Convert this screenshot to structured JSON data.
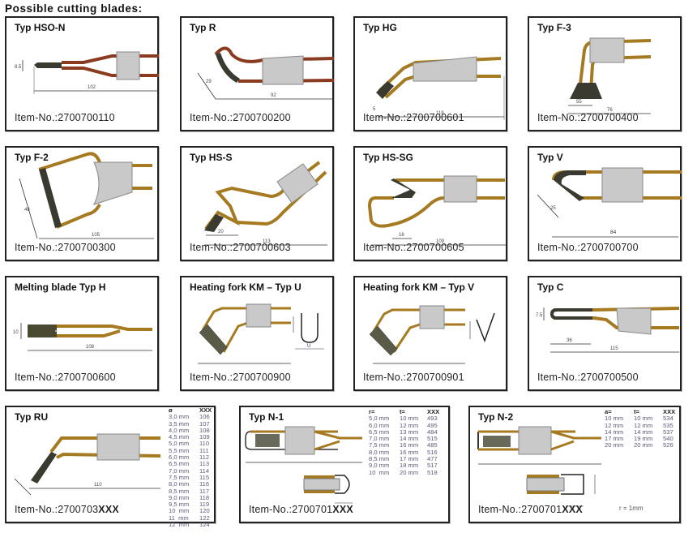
{
  "heading": "Possible cutting blades:",
  "item_prefix": "Item-No.:",
  "blades": [
    {
      "title": "Typ HSO-N",
      "item_no": "2700700110",
      "dims": [
        "8.5",
        "102"
      ]
    },
    {
      "title": "Typ R",
      "item_no": "2700700200",
      "dims": [
        "29",
        "92"
      ]
    },
    {
      "title": "Typ HG",
      "item_no": "2700700601",
      "dims": [
        "5",
        "119"
      ]
    },
    {
      "title": "Typ F-3",
      "item_no": "2700700400",
      "dims": [
        "55",
        "76"
      ]
    },
    {
      "title": "Typ F-2",
      "item_no": "2700700300",
      "dims": [
        "48",
        "105"
      ]
    },
    {
      "title": "Typ HS-S",
      "item_no": "2700700603",
      "dims": [
        "20",
        "113"
      ]
    },
    {
      "title": "Typ HS-SG",
      "item_no": "2700700605",
      "dims": [
        "16",
        "109"
      ]
    },
    {
      "title": "Typ V",
      "item_no": "2700700700",
      "dims": [
        "25",
        "84"
      ]
    },
    {
      "title": "Melting blade Typ H",
      "item_no": "2700700600",
      "dims": [
        "10",
        "108"
      ]
    },
    {
      "title": "Heating fork KM – Typ U",
      "item_no": "2700700900",
      "dims": [
        "U"
      ]
    },
    {
      "title": "Heating fork KM – Typ V",
      "item_no": "2700700901",
      "dims": []
    },
    {
      "title": "Typ C",
      "item_no": "2700700500",
      "dims": [
        "7.5",
        "36",
        "115"
      ]
    }
  ],
  "variants": [
    {
      "title": "Typ RU",
      "item_no_base": "2700703",
      "item_no_suffix": "XXX",
      "dims": [
        "110"
      ],
      "table": {
        "headers": [
          "ø",
          "XXX"
        ],
        "rows": [
          [
            "3,0 mm",
            "106"
          ],
          [
            "3,5 mm",
            "107"
          ],
          [
            "4,0 mm",
            "108"
          ],
          [
            "4,5 mm",
            "109"
          ],
          [
            "5,0 mm",
            "110"
          ],
          [
            "5,5 mm",
            "111"
          ],
          [
            "6,0 mm",
            "112"
          ],
          [
            "6,5 mm",
            "113"
          ],
          [
            "7,0 mm",
            "114"
          ],
          [
            "7,5 mm",
            "115"
          ],
          [
            "8,0 mm",
            "116"
          ],
          [
            "8,5 mm",
            "117"
          ],
          [
            "9,0 mm",
            "118"
          ],
          [
            "9,5 mm",
            "119"
          ],
          [
            "10  mm",
            "120"
          ],
          [
            "11  mm",
            "122"
          ],
          [
            "12  mm",
            "124"
          ]
        ]
      }
    },
    {
      "title": "Typ N-1",
      "item_no_base": "2700701",
      "item_no_suffix": "XXX",
      "table": {
        "headers": [
          "r=",
          "t=",
          "XXX"
        ],
        "rows": [
          [
            "5,0 mm",
            "10 mm",
            "493"
          ],
          [
            "6,0 mm",
            "12 mm",
            "495"
          ],
          [
            "6,5 mm",
            "13 mm",
            "484"
          ],
          [
            "7,0 mm",
            "14 mm",
            "515"
          ],
          [
            "7,5 mm",
            "16 mm",
            "485"
          ],
          [
            "8,0 mm",
            "16 mm",
            "516"
          ],
          [
            "8,5 mm",
            "17 mm",
            "477"
          ],
          [
            "9,0 mm",
            "18 mm",
            "517"
          ],
          [
            "10  mm",
            "20 mm",
            "518"
          ]
        ]
      }
    },
    {
      "title": "Typ N-2",
      "item_no_base": "2700701",
      "item_no_suffix": "XXX",
      "note": "r = 1mm",
      "table": {
        "headers": [
          "a=",
          "t=",
          "XXX"
        ],
        "rows": [
          [
            "10 mm",
            "10 mm",
            "534"
          ],
          [
            "12 mm",
            "12 mm",
            "535"
          ],
          [
            "14 mm",
            "14 mm",
            "537"
          ],
          [
            "17 mm",
            "19 mm",
            "540"
          ],
          [
            "20 mm",
            "20 mm",
            "526"
          ]
        ]
      }
    }
  ],
  "colors": {
    "copper": "#8a3a1e",
    "brass": "#a57a20",
    "sleeve": "#c9c9c9",
    "blade": "#3a3a30"
  }
}
